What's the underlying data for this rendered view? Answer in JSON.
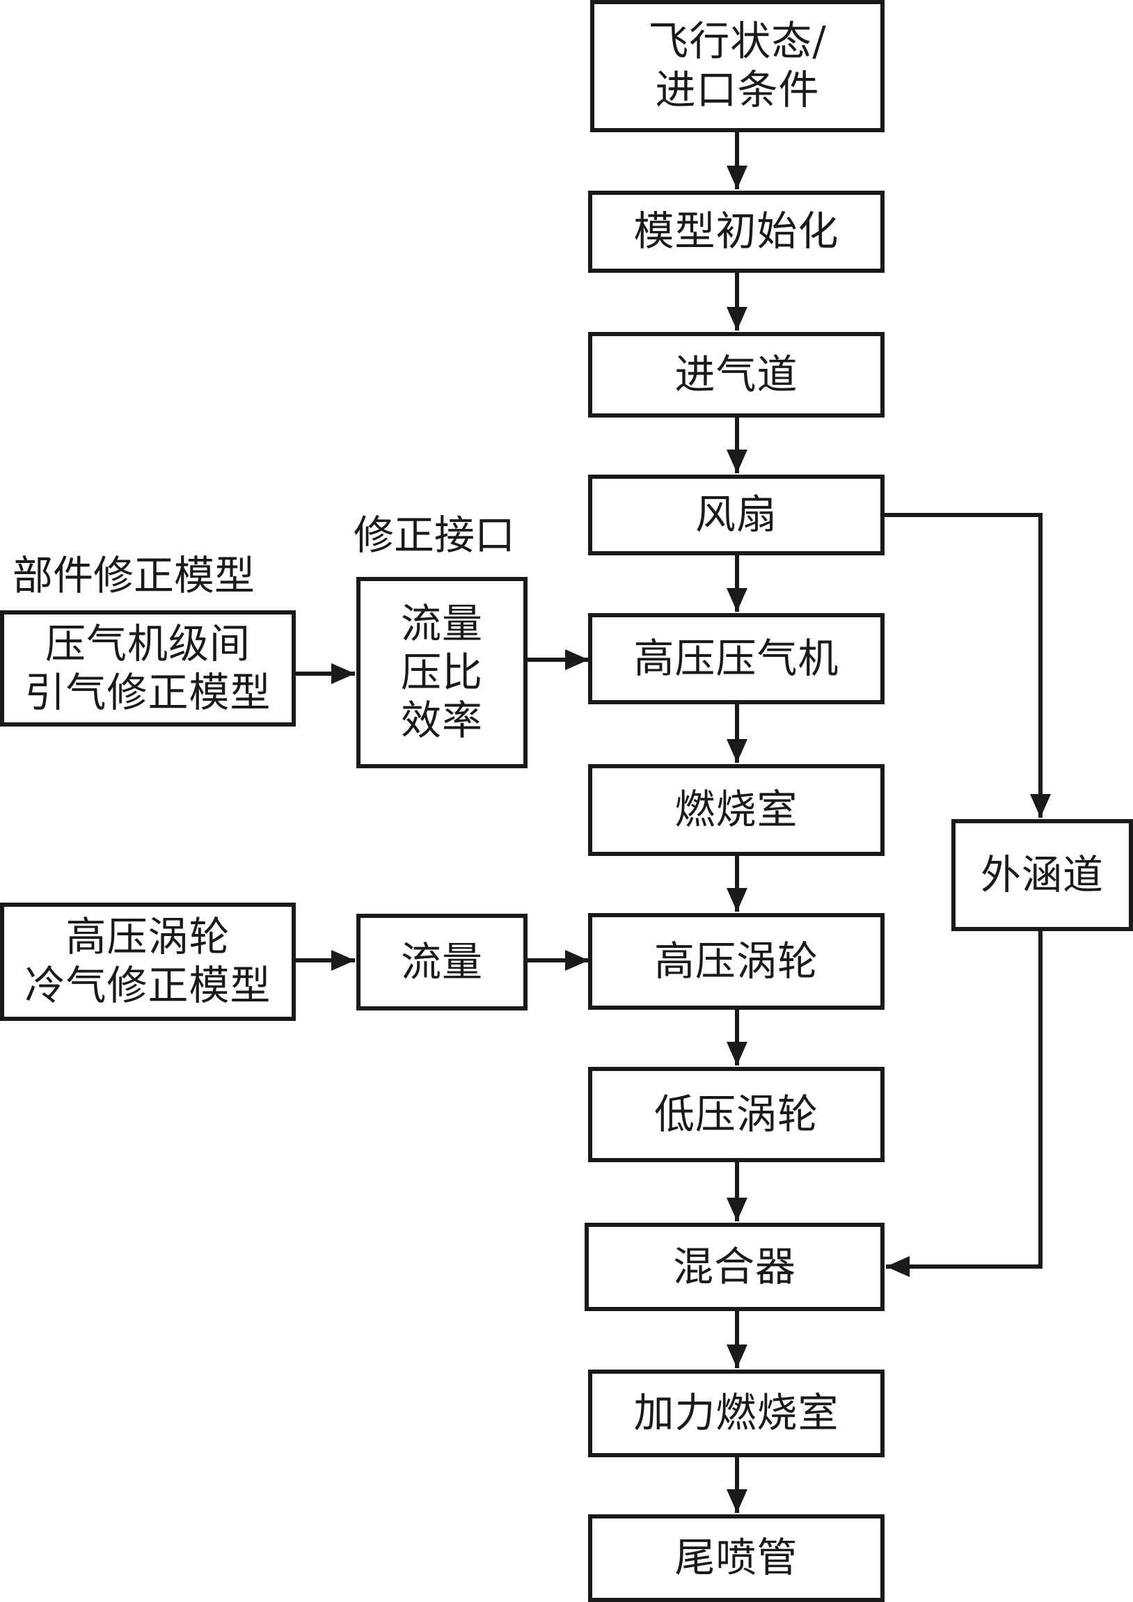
{
  "diagram": {
    "title": "",
    "main_flow": [
      {
        "id": "flight",
        "lines": [
          "飞行状态/",
          "进口条件"
        ]
      },
      {
        "id": "init",
        "lines": [
          "模型初始化"
        ]
      },
      {
        "id": "inlet",
        "lines": [
          "进气道"
        ]
      },
      {
        "id": "fan",
        "lines": [
          "风扇"
        ]
      },
      {
        "id": "hpc",
        "lines": [
          "高压压气机"
        ]
      },
      {
        "id": "combustor",
        "lines": [
          "燃烧室"
        ]
      },
      {
        "id": "hpt",
        "lines": [
          "高压涡轮"
        ]
      },
      {
        "id": "lpt",
        "lines": [
          "低压涡轮"
        ]
      },
      {
        "id": "mixer",
        "lines": [
          "混合器"
        ]
      },
      {
        "id": "afterburner",
        "lines": [
          "加力燃烧室"
        ]
      },
      {
        "id": "nozzle",
        "lines": [
          "尾喷管"
        ]
      }
    ],
    "bypass": {
      "id": "bypass",
      "lines": [
        "外涵道"
      ]
    },
    "labels": {
      "component_models": "部件修正模型",
      "correction_interface": "修正接口"
    },
    "side_boxes": [
      {
        "id": "bleed-model",
        "lines": [
          "压气机级间",
          "引气修正模型"
        ]
      },
      {
        "id": "interface-hpc",
        "lines": [
          "流量",
          "压比",
          "效率"
        ]
      },
      {
        "id": "cooling-model",
        "lines": [
          "高压涡轮",
          "冷气修正模型"
        ]
      },
      {
        "id": "interface-hpt",
        "lines": [
          "流量"
        ]
      }
    ],
    "connections": [
      [
        "flight",
        "init"
      ],
      [
        "init",
        "inlet"
      ],
      [
        "inlet",
        "fan"
      ],
      [
        "fan",
        "hpc"
      ],
      [
        "hpc",
        "combustor"
      ],
      [
        "combustor",
        "hpt"
      ],
      [
        "hpt",
        "lpt"
      ],
      [
        "lpt",
        "mixer"
      ],
      [
        "mixer",
        "afterburner"
      ],
      [
        "afterburner",
        "nozzle"
      ],
      [
        "fan",
        "bypass"
      ],
      [
        "bypass",
        "mixer"
      ],
      [
        "bleed-model",
        "interface-hpc"
      ],
      [
        "interface-hpc",
        "hpc"
      ],
      [
        "cooling-model",
        "interface-hpt"
      ],
      [
        "interface-hpt",
        "hpt"
      ]
    ]
  }
}
